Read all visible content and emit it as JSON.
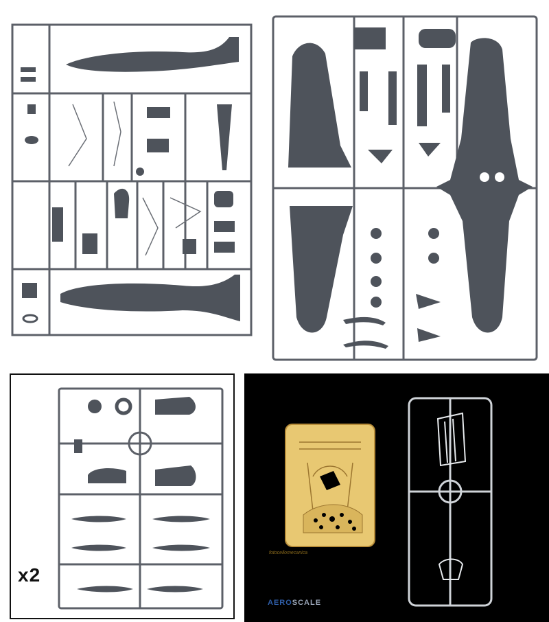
{
  "image": {
    "multiplier_label": "x2",
    "fret_label": "fotocellomecanica",
    "watermark": {
      "part1": "AERO",
      "part2": "SCALE"
    }
  },
  "colors": {
    "sprue_grey": "#5c6068",
    "part_dark": "#4e535b",
    "etch_gold": "#e8c872",
    "clear_sprue": "#cfd3d8",
    "background_dark": "#000000"
  }
}
